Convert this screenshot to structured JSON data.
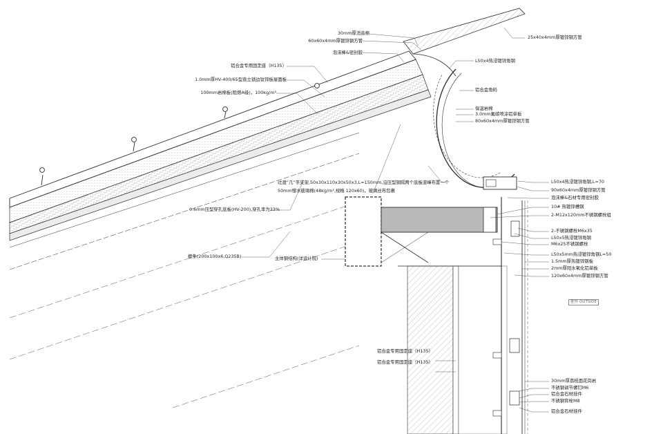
{
  "labels_left": [
    {
      "id": "l1",
      "text": "30mm厚消音棉"
    },
    {
      "id": "l2",
      "text": "60x60x4mm厚镀锌钢方管"
    },
    {
      "id": "l3",
      "text": "泡沫棒&密封胶"
    },
    {
      "id": "l4",
      "text": "铝合金专用固定座（H135）"
    },
    {
      "id": "l5",
      "text": "1.0mm厚HV-400/65型直立锁边钛锌板屋面板"
    },
    {
      "id": "l6",
      "text": "100mm岩棉板(阻燃A级)，100kg/m³"
    },
    {
      "id": "l7",
      "text": "过渡“几”字支架,50x30x110x30x50x3,L=150mm,沿压型钢隔两个底板波峰布置一个"
    },
    {
      "id": "l8",
      "text": "50mm憎水玻璃棉(48kg/m³,规格 120x60)，玻璃丝布包裹"
    },
    {
      "id": "l9",
      "text": "0.6mm压型穿孔底板(HV-200),穿孔率为23%"
    },
    {
      "id": "l10",
      "text": "檩条(200x100x6,Q235B)"
    },
    {
      "id": "l11",
      "text": "主体钢结构(详设计院)"
    },
    {
      "id": "l12",
      "text": "铝合金专用固定座（H135）"
    },
    {
      "id": "l13",
      "text": "铝合金专用固定座（H135）"
    }
  ],
  "labels_right": [
    {
      "id": "r1",
      "text": "25x40x4mm厚镀锌钢方管"
    },
    {
      "id": "r2",
      "text": "L50x4热浸镀锌角钢"
    },
    {
      "id": "r3",
      "text": "铝合金角码"
    },
    {
      "id": "r4",
      "text": "保温岩棉"
    },
    {
      "id": "r5",
      "text": "3.0mm氟碳喷涂铝单板"
    },
    {
      "id": "r6",
      "text": "80x60x4mm厚镀锌钢方管"
    },
    {
      "id": "r7",
      "text": "L50x4热浸镀锌角钢,L=70"
    },
    {
      "id": "r8",
      "text": "90x60x4mm厚镀锌钢方管"
    },
    {
      "id": "r9",
      "text": "泡沫棒&石材专用密封胶"
    },
    {
      "id": "r10",
      "text": "10# 热镀锌槽钢"
    },
    {
      "id": "r11",
      "text": "2-M12x120mm不锈钢螺栓组"
    },
    {
      "id": "r12",
      "text": "2-不锈钢螺栓M6x35"
    },
    {
      "id": "r13",
      "text": "L50x5热浸镀锌角钢"
    },
    {
      "id": "r14",
      "text": "M6x25不锈钢螺栓"
    },
    {
      "id": "r15",
      "text": "L50x5mm热浸镀锌角钢L=50"
    },
    {
      "id": "r16",
      "text": "1.5mm厚热镀锌钢板"
    },
    {
      "id": "r17",
      "text": "2mm厚阳水氧化铝单板"
    },
    {
      "id": "r18",
      "text": "120x60x4mm厚镀锌钢方管"
    },
    {
      "id": "r19",
      "text": "30mm厚荔枝面花岗岩"
    },
    {
      "id": "r20",
      "text": "不锈钢调节螺钉M6"
    },
    {
      "id": "r21",
      "text": "铝合金石材挂件"
    },
    {
      "id": "r22",
      "text": "不锈钢背栓M8"
    },
    {
      "id": "r23",
      "text": "铝合金石材挂件"
    }
  ],
  "outside_tag": "室外  OUTSIDE",
  "colors": {
    "line": "#2a2a2a",
    "hatch": "#8a8a8a",
    "gray_fill": "#b9b9b9"
  }
}
